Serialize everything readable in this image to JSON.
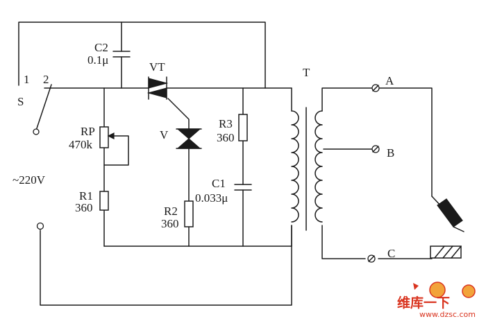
{
  "switch": {
    "name": "S",
    "pos1": "1",
    "pos2": "2"
  },
  "c2": {
    "name": "C2",
    "value": "0.1μ"
  },
  "triac": {
    "name": "VT"
  },
  "diac": {
    "name": "V"
  },
  "rp": {
    "name": "RP",
    "value": "470k"
  },
  "r1": {
    "name": "R1",
    "value": "360"
  },
  "r2": {
    "name": "R2",
    "value": "360"
  },
  "r3": {
    "name": "R3",
    "value": "360"
  },
  "c1": {
    "name": "C1",
    "value": "0.033μ"
  },
  "transformer": {
    "name": "T"
  },
  "supply": {
    "label": "~220V"
  },
  "terminals": {
    "a": "A",
    "b": "B",
    "c": "C"
  },
  "watermark": {
    "text_cn": "维库一下",
    "url": "www.dzsc.com"
  }
}
